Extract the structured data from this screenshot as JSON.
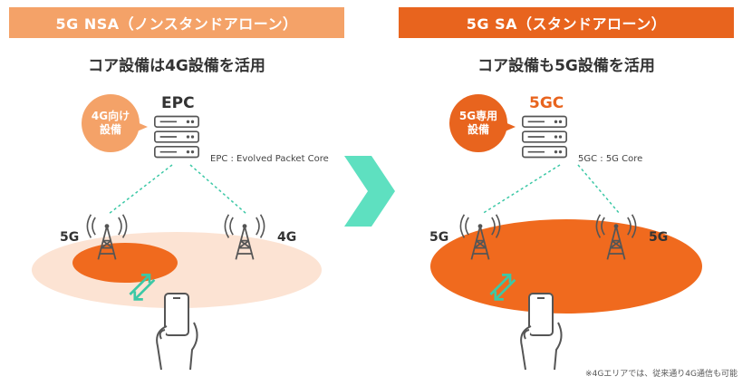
{
  "left": {
    "header": "5G NSA（ノンスタンドアローン）",
    "subtitle": "コア設備は4G設備を活用",
    "server_name": "EPC",
    "bubble_line1": "4G向け",
    "bubble_line2": "設備",
    "core_note": "EPC : Evolved Packet Core",
    "tower_left_label": "5G",
    "tower_right_label": "4G"
  },
  "right": {
    "header": "5G SA（スタンドアローン）",
    "subtitle": "コア設備も5G設備を活用",
    "server_name": "5GC",
    "bubble_line1": "5G専用",
    "bubble_line2": "設備",
    "core_note": "5GC : 5G Core",
    "tower_left_label": "5G",
    "tower_right_label": "5G"
  },
  "footnote": "※4Gエリアでは、従来通り4G通信も可能",
  "colors": {
    "nsa_header": "#f4a268",
    "sa_header": "#e8641e",
    "area_4g": "#fce3d3",
    "area_5g": "#f06a1e",
    "link_arrow": "#3cc8a6",
    "transition_arrow": "#5ee0c0"
  },
  "icons": [
    "server-icon",
    "cell-tower-icon",
    "smartphone-icon",
    "transition-arrow-icon",
    "link-arrows-icon"
  ]
}
